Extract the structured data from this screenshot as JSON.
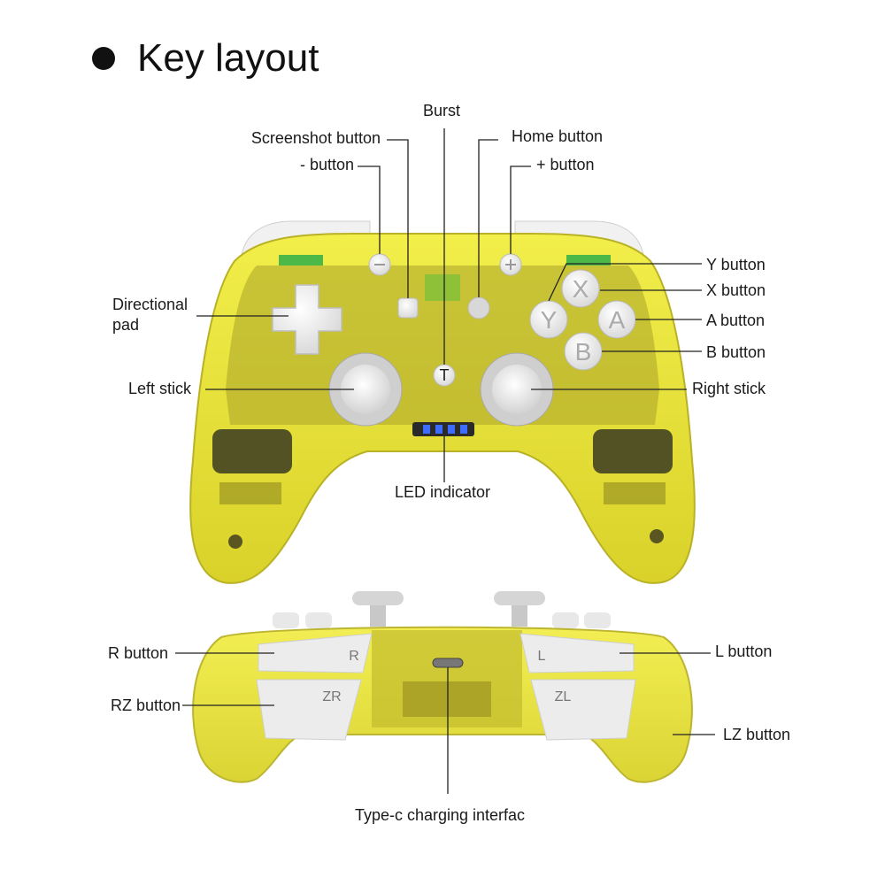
{
  "title": "Key layout",
  "labels": {
    "burst": "Burst",
    "screenshot": "Screenshot button",
    "minus": "-  button",
    "home": "Home button",
    "plus": "+ button",
    "directional_pad": [
      "Directional",
      "pad"
    ],
    "y_button": "Y button",
    "x_button": "X button",
    "a_button": "A button",
    "b_button": "B button",
    "left_stick": "Left stick",
    "right_stick": "Right stick",
    "led": "LED indicator",
    "r_button": "R button",
    "rz_button": "RZ button",
    "l_button": "L button",
    "lz_button": "LZ button",
    "typec": "Type-c charging interfac"
  },
  "face_letters": {
    "x": "X",
    "y": "Y",
    "a": "A",
    "b": "B"
  },
  "trigger_letters": {
    "r": "R",
    "zr": "ZR",
    "l": "L",
    "zl": "ZL"
  },
  "center_glyphs": {
    "turbo": "T"
  },
  "colors": {
    "shell": "#e8e23a",
    "shell_dark": "#8f8a1f",
    "button_white": "#f4f4f4",
    "accent_green": "#4bb848"
  }
}
